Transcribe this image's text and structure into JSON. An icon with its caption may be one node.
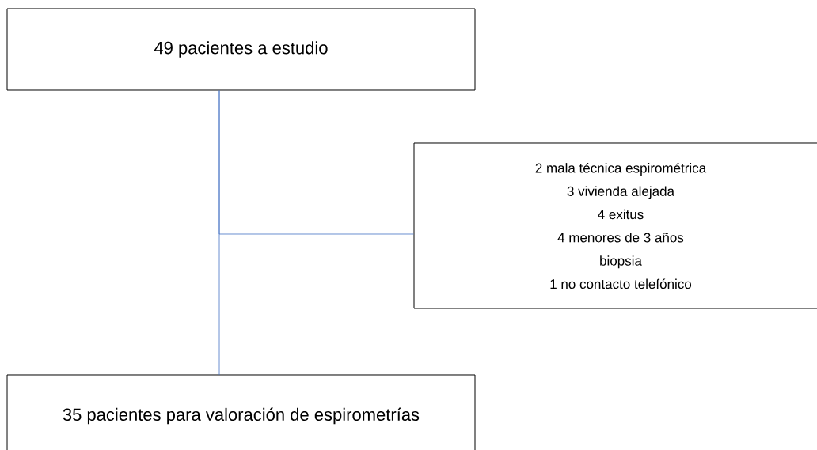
{
  "diagram": {
    "nodes": [
      {
        "text": [
          "49 pacientes a estudio"
        ]
      },
      {
        "text": [
          "2 mala técnica espirométrica",
          "3 vivienda alejada",
          "4 exitus",
          "4 menores de 3 años",
          "biopsia",
          "1 no contacto telefónico"
        ]
      },
      {
        "text": [
          "35 pacientes para valoración de espirometrías"
        ]
      }
    ],
    "edges": [
      {
        "from": 0,
        "to": 2,
        "arrow": "none",
        "color": "#4472c4"
      },
      {
        "from": 0,
        "to": 1,
        "arrow": "none",
        "color": "#4472c4"
      }
    ]
  }
}
